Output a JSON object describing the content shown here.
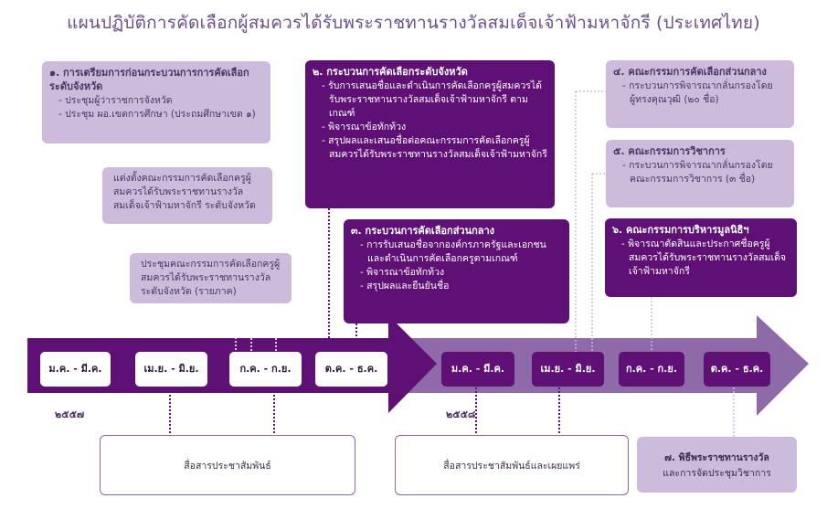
{
  "title": "แผนปฏิบัติการคัดเลือกผู้สมควรได้รับพระราชทานรางวัลสมเด็จเจ้าฟ้ามหาจักรี (ประเทศไทย)",
  "boxes": {
    "b1": {
      "heading": "๑. การเตรียมการก่อนกระบวนการการคัดเลือก ระดับจังหวัด",
      "items": [
        "ประชุมผู้ว่าราชการจังหวัด",
        "ประชุม ผอ.เขตการศึกษา (ประถมศึกษาเขต ๑)"
      ]
    },
    "b1a": {
      "text": "แต่งตั้งคณะกรรมการคัดเลือกครูผู้สมควรได้รับพระราชทานรางวัลสมเด็จเจ้าฟ้ามหาจักรี ระดับจังหวัด"
    },
    "b1b": {
      "text": "ประชุมคณะกรรมการคัดเลือกครูผู้สมควรได้รับพระราชทานรางวัลระดับจังหวัด (รายภาค)"
    },
    "b2": {
      "heading": "๒. กระบวนการคัดเลือกระดับจังหวัด",
      "items": [
        "รับการเสนอชื่อและดำเนินการคัดเลือกครูผู้สมควรได้รับพระราชทานรางวัลสมเด็จเจ้าฟ้ามหาจักรี ตามเกณฑ์",
        "พิจารณาข้อทักท้วง",
        "สรุปผลและเสนอชื่อต่อคณะกรรมการคัดเลือกครูผู้สมควรได้รับพระราชทานรางวัลสมเด็จเจ้าฟ้ามหาจักรี"
      ]
    },
    "b3": {
      "heading": "๓. กระบวนการคัดเลือกส่วนกลาง",
      "items": [
        "การรับเสนอชื่อจากองค์กรภาครัฐและเอกชนและดำเนินการคัดเลือกครูตามเกณฑ์",
        "พิจารณาข้อทักท้วง",
        "สรุปผลและยืนยันชื่อ"
      ]
    },
    "b4": {
      "heading": "๔. คณะกรรมการคัดเลือกส่วนกลาง",
      "items": [
        "กระบวนการพิจารณากลั่นกรองโดยผู้ทรงคุณวุฒิ (๒๐ ชื่อ)"
      ]
    },
    "b5": {
      "heading": "๕. คณะกรรมการวิชาการ",
      "items": [
        "กระบวนการพิจารณากลั่นกรองโดยคณะกรรมการวิชาการ (๓ ชื่อ)"
      ]
    },
    "b6": {
      "heading": "๖. คณะกรรมการบริหารมูลนิธิฯ",
      "items": [
        "พิจารณาตัดสินและประกาศชื่อครูผู้สมควรได้รับพระราชทานรางวัลสมเด็จเจ้าฟ้ามหาจักรี"
      ]
    }
  },
  "timeline": {
    "year1": "๒๕๕๗",
    "year2": "๒๕๕๘",
    "periods1": [
      "ม.ค. - มี.ค.",
      "เม.ย. - มิ.ย.",
      "ก.ค. - ก.ย.",
      "ต.ค. - ธ.ค."
    ],
    "periods2": [
      "ม.ค. - มี.ค.",
      "เม.ย. - มิ.ย.",
      "ก.ค. - ก.ย.",
      "ต.ค. - ธ.ค."
    ]
  },
  "bottom": {
    "pr1": "สื่อสารประชาสัมพันธ์",
    "pr2": "สื่อสารประชาสัมพันธ์และเผยแพร่",
    "b7_heading": "๗. พิธีพระราชทานรางวัล",
    "b7_sub": "และการจัดประชุมวิชาการ"
  },
  "colors": {
    "dark_purple": "#5e1075",
    "light_purple": "#cdbbdb",
    "arrow_light": "#8e6aa8"
  }
}
